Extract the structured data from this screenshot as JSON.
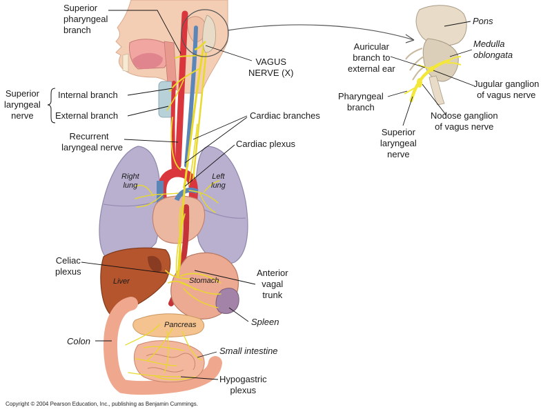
{
  "colors": {
    "nerve": "#f2e73a",
    "nerve_dark": "#c9b91f",
    "artery": "#d9373d",
    "vein": "#5b86b8",
    "lung": "#b9b0cf",
    "lung_edge": "#8f86ab",
    "skin": "#f3cdb4",
    "liver": "#b5552d",
    "stomach": "#ecaa93",
    "heart": "#ecb7a1",
    "spleen": "#a483a8",
    "intestine": "#efa88e",
    "pancreas": "#f4c38f",
    "brainstem": "#e8dcc9",
    "line": "#111111"
  },
  "labels": {
    "superior_pharyngeal_branch": [
      "Superior",
      "pharyngeal",
      "branch"
    ],
    "vagus_nerve": [
      "VAGUS",
      "NERVE (X)"
    ],
    "superior_laryngeal_nerve_left": [
      "Superior",
      "laryngeal",
      "nerve"
    ],
    "internal_branch": "Internal branch",
    "external_branch": "External branch",
    "cardiac_branches": "Cardiac branches",
    "recurrent_laryngeal_nerve": [
      "Recurrent",
      "laryngeal nerve"
    ],
    "cardiac_plexus": "Cardiac plexus",
    "celiac_plexus": [
      "Celiac",
      "plexus"
    ],
    "anterior_vagal_trunk": [
      "Anterior",
      "vagal",
      "trunk"
    ],
    "spleen": "Spleen",
    "colon": "Colon",
    "small_intestine": "Small intestine",
    "hypogastric_plexus": [
      "Hypogastric",
      "plexus"
    ],
    "pons": "Pons",
    "medulla_oblongata": [
      "Medulla",
      "oblongata"
    ],
    "auricular_branch": [
      "Auricular",
      "branch to",
      "external ear"
    ],
    "jugular_ganglion": [
      "Jugular ganglion",
      "of vagus nerve"
    ],
    "pharyngeal_branch": [
      "Pharyngeal",
      "branch"
    ],
    "nodose_ganglion": [
      "Nodose ganglion",
      "of vagus nerve"
    ],
    "superior_laryngeal_nerve_right": [
      "Superior",
      "laryngeal",
      "nerve"
    ]
  },
  "organ_labels": {
    "right_lung": [
      "Right",
      "lung"
    ],
    "left_lung": [
      "Left",
      "lung"
    ],
    "liver": "Liver",
    "stomach": "Stomach",
    "pancreas": "Pancreas"
  },
  "copyright": "Copyright © 2004 Pearson Education, Inc., publishing as Benjamin Cummings."
}
